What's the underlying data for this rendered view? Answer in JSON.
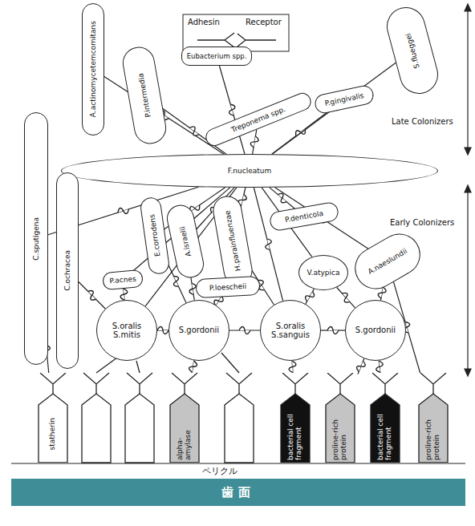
{
  "diagram": {
    "nodes": [
      {
        "text": [
          "A.actinomycetemcomitans"
        ]
      },
      {
        "text": [
          "P.intermedia"
        ]
      },
      {
        "text": [
          "Eubacterium spp."
        ]
      },
      {
        "text": [
          "S.flueggei"
        ]
      },
      {
        "text": [
          "Treponema spp."
        ]
      },
      {
        "text": [
          "P.gingivalis"
        ]
      },
      {
        "text": [
          "C.sputigena"
        ]
      },
      {
        "text": [
          "F.nucleatum"
        ]
      },
      {
        "text": [
          "C.ochracea"
        ]
      },
      {
        "text": [
          "P.acnes"
        ]
      },
      {
        "text": [
          "E.corrodens"
        ]
      },
      {
        "text": [
          "A.israelii"
        ]
      },
      {
        "text": [
          "H.parainfluenzae"
        ]
      },
      {
        "text": [
          "P.loescheii"
        ]
      },
      {
        "text": [
          "P.denticola"
        ]
      },
      {
        "text": [
          "V.atypica"
        ]
      },
      {
        "text": [
          "A.naeslundii"
        ]
      },
      {
        "text": [
          "S.oralis S.mitis"
        ]
      },
      {
        "text": [
          "S.gordonii"
        ]
      },
      {
        "text": [
          "S.oralis S.sanguis"
        ]
      },
      {
        "text": [
          "S.gordonii"
        ]
      },
      {
        "text": [
          "statherin"
        ]
      },
      {
        "text": [
          "alpha-amylase"
        ]
      },
      {
        "text": [
          "bacterial cell fragment"
        ]
      },
      {
        "text": [
          "proline-rich protein"
        ]
      },
      {
        "text": [
          "bacterial cell fragment"
        ]
      },
      {
        "text": [
          "proline-rich protein"
        ]
      },
      {
        "text": [
          "歯面"
        ]
      }
    ],
    "edges": [
      {
        "from": 7,
        "to": 0,
        "arrow": "none"
      },
      {
        "from": 7,
        "to": 1,
        "arrow": "none"
      },
      {
        "from": 7,
        "to": 2,
        "arrow": "none"
      },
      {
        "from": 7,
        "to": 4,
        "arrow": "none"
      },
      {
        "from": 7,
        "to": 5,
        "arrow": "none"
      },
      {
        "from": 7,
        "to": 3,
        "arrow": "none"
      },
      {
        "from": 7,
        "to": 6,
        "arrow": "none"
      },
      {
        "from": 7,
        "to": 9,
        "arrow": "none"
      },
      {
        "from": 7,
        "to": 10,
        "arrow": "none"
      },
      {
        "from": 7,
        "to": 11,
        "arrow": "none"
      },
      {
        "from": 7,
        "to": 12,
        "arrow": "none"
      },
      {
        "from": 7,
        "to": 14,
        "arrow": "none"
      },
      {
        "from": 7,
        "to": 15,
        "arrow": "none"
      },
      {
        "from": 7,
        "to": 16,
        "arrow": "none"
      },
      {
        "from": 7,
        "to": 17,
        "arrow": "none"
      },
      {
        "from": 7,
        "to": 19,
        "arrow": "none"
      },
      {
        "from": 17,
        "to": 18,
        "arrow": "none"
      },
      {
        "from": 18,
        "to": 19,
        "arrow": "none"
      },
      {
        "from": 19,
        "to": 20,
        "arrow": "none"
      },
      {
        "from": 17,
        "to": 8,
        "arrow": "none"
      },
      {
        "from": 17,
        "to": 9,
        "arrow": "none"
      },
      {
        "from": 18,
        "to": 10,
        "arrow": "none"
      },
      {
        "from": 18,
        "to": 11,
        "arrow": "none"
      },
      {
        "from": 18,
        "to": 13,
        "arrow": "none"
      },
      {
        "from": 19,
        "to": 12,
        "arrow": "none"
      },
      {
        "from": 19,
        "to": 15,
        "arrow": "none"
      },
      {
        "from": 20,
        "to": 15,
        "arrow": "none"
      },
      {
        "from": 20,
        "to": 16,
        "arrow": "none"
      },
      {
        "from": 21,
        "to": 6,
        "arrow": "none"
      },
      {
        "from": 22,
        "to": 18,
        "arrow": "none"
      },
      {
        "from": 23,
        "to": 19,
        "arrow": "none"
      },
      {
        "from": 24,
        "to": 20,
        "arrow": "none"
      },
      {
        "from": 25,
        "to": 20,
        "arrow": "none"
      },
      {
        "from": 26,
        "to": 16,
        "arrow": "none"
      }
    ],
    "labels": [
      "Late Colonizers",
      "Early Colonizers",
      "ペリクル"
    ],
    "legend": [
      {
        "text": "Adhesin"
      },
      {
        "text": "Receptor"
      }
    ]
  }
}
